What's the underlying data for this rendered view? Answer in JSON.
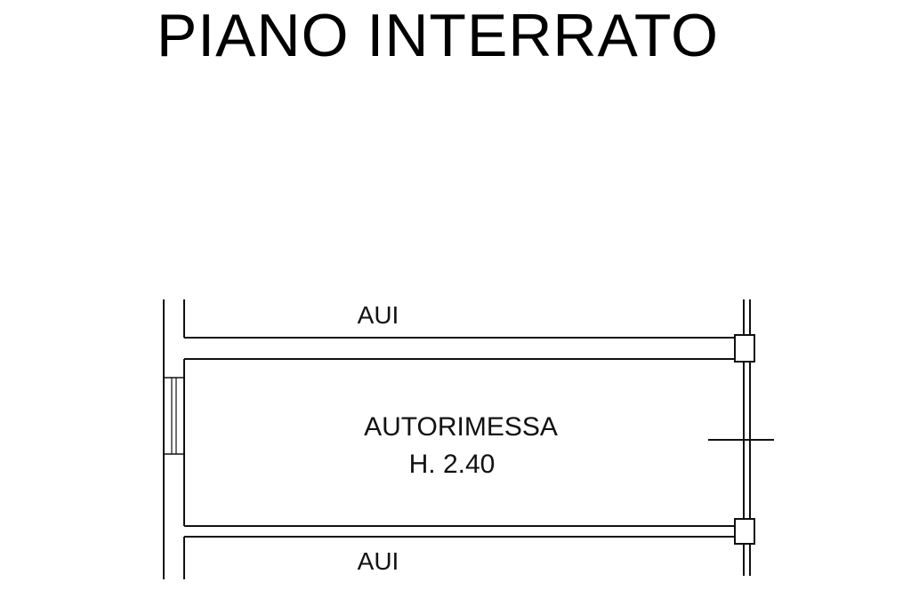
{
  "title": "PIANO INTERRATO",
  "rooms": [
    {
      "id": "aui-top",
      "label": "AUI"
    },
    {
      "id": "autorimessa",
      "label": "AUTORIMESSA",
      "height_label": "H. 2.40"
    },
    {
      "id": "aui-bottom",
      "label": "AUI"
    }
  ]
}
